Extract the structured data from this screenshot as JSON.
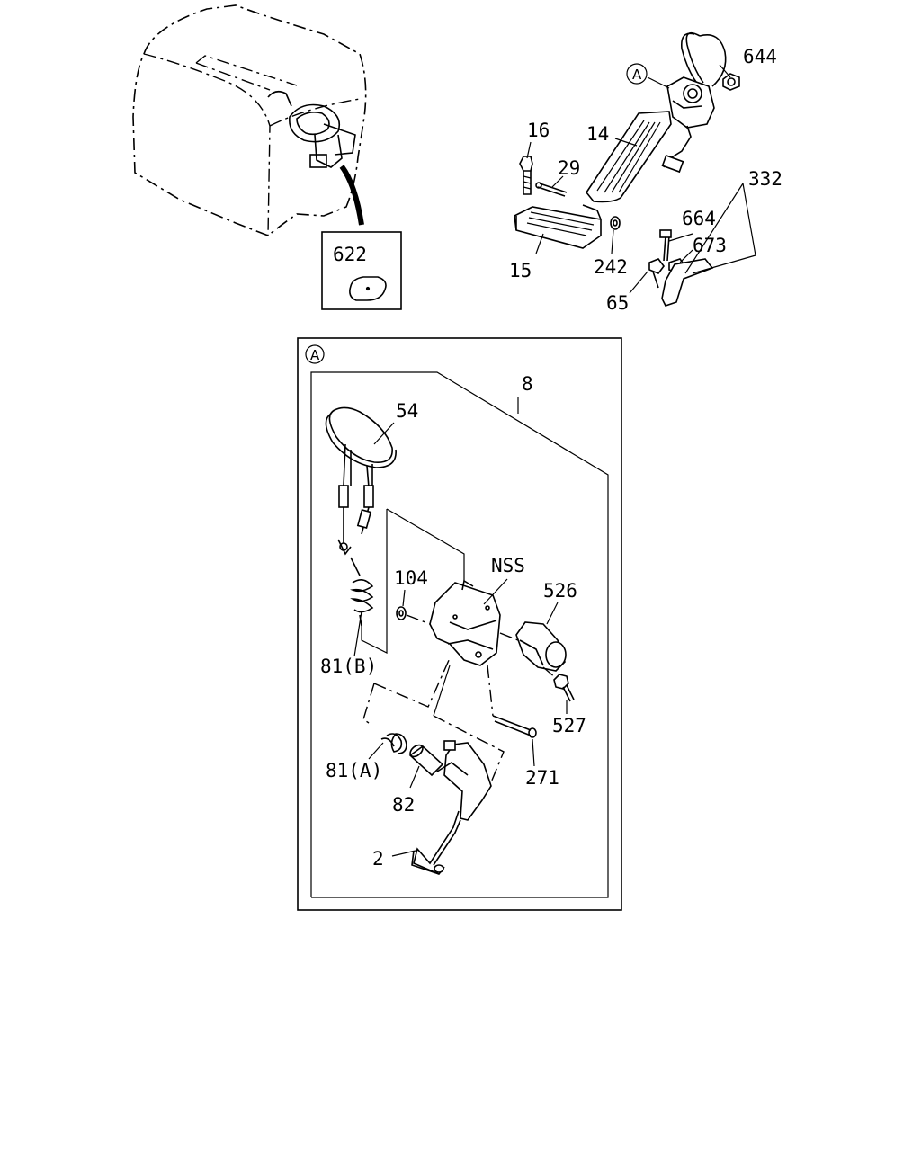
{
  "callouts": {
    "c622": "622",
    "c16": "16",
    "c14": "14",
    "c29": "29",
    "c644": "644",
    "cA_top": "A",
    "c332": "332",
    "c664": "664",
    "c673": "673",
    "c15": "15",
    "c242": "242",
    "c65": "65",
    "cA_box": "A",
    "c8": "8",
    "c54": "54",
    "c104": "104",
    "cNSS": "NSS",
    "c526": "526",
    "c81B": "81(B)",
    "c527": "527",
    "c81A": "81(A)",
    "c271": "271",
    "c82": "82",
    "c2": "2"
  }
}
